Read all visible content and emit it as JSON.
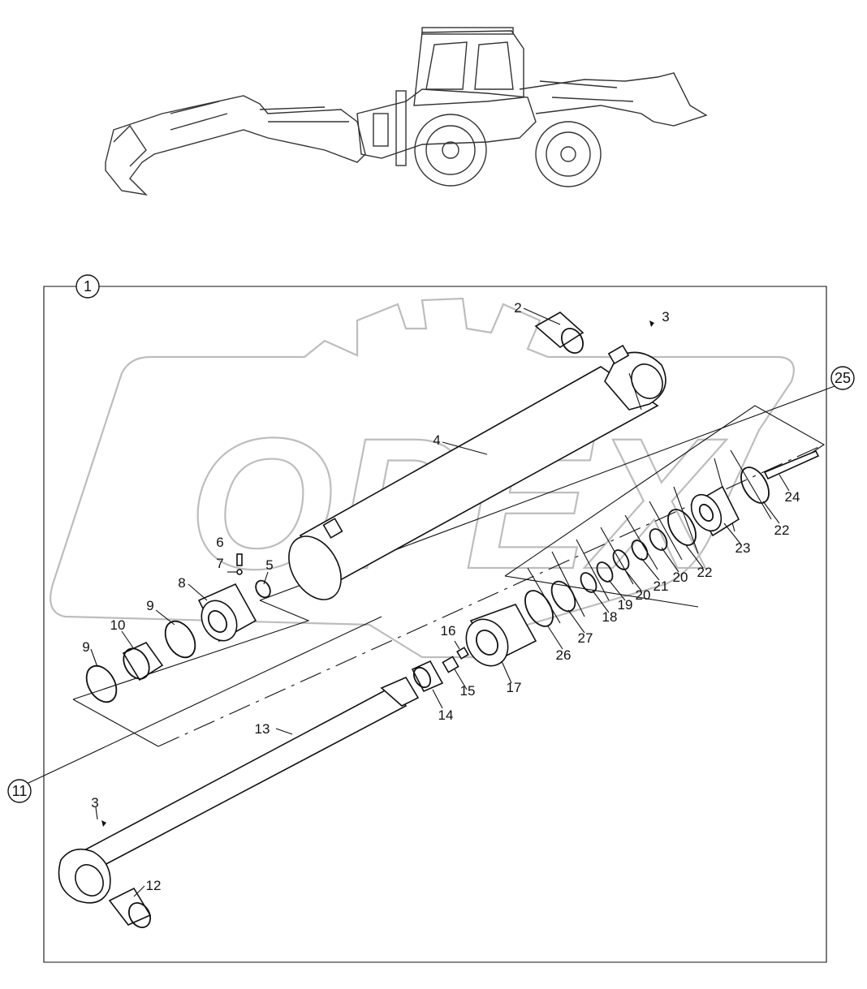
{
  "diagram": {
    "assembly_callout": "1",
    "kit_callouts": [
      "25",
      "11"
    ],
    "watermark_text": "OPEX",
    "part_labels": [
      {
        "id": "l2",
        "text": "2"
      },
      {
        "id": "l3a",
        "text": "3"
      },
      {
        "id": "l3b",
        "text": "3"
      },
      {
        "id": "l4",
        "text": "4"
      },
      {
        "id": "l5",
        "text": "5"
      },
      {
        "id": "l6",
        "text": "6"
      },
      {
        "id": "l7",
        "text": "7"
      },
      {
        "id": "l8",
        "text": "8"
      },
      {
        "id": "l9a",
        "text": "9"
      },
      {
        "id": "l9b",
        "text": "9"
      },
      {
        "id": "l10",
        "text": "10"
      },
      {
        "id": "l12",
        "text": "12"
      },
      {
        "id": "l13",
        "text": "13"
      },
      {
        "id": "l14",
        "text": "14"
      },
      {
        "id": "l15",
        "text": "15"
      },
      {
        "id": "l16",
        "text": "16"
      },
      {
        "id": "l17",
        "text": "17"
      },
      {
        "id": "l18",
        "text": "18"
      },
      {
        "id": "l19",
        "text": "19"
      },
      {
        "id": "l20a",
        "text": "20"
      },
      {
        "id": "l20b",
        "text": "20"
      },
      {
        "id": "l21",
        "text": "21"
      },
      {
        "id": "l22a",
        "text": "22"
      },
      {
        "id": "l22b",
        "text": "22"
      },
      {
        "id": "l23",
        "text": "23"
      },
      {
        "id": "l24",
        "text": "24"
      },
      {
        "id": "l26",
        "text": "26"
      },
      {
        "id": "l27",
        "text": "27"
      }
    ]
  }
}
